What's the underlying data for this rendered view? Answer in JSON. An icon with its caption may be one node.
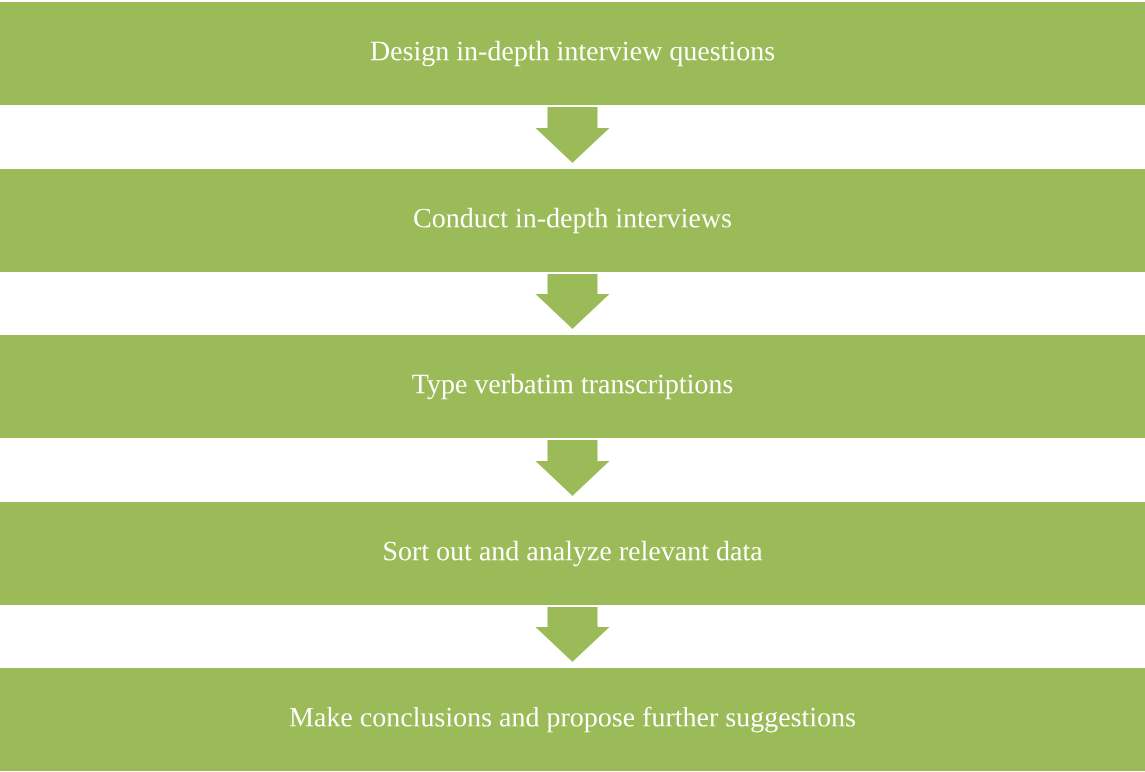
{
  "diagram": {
    "nodes": [
      {
        "text": [
          "Design in-depth interview questions"
        ]
      },
      {
        "text": [
          "Conduct in-depth interviews"
        ]
      },
      {
        "text": [
          "Type verbatim transcriptions"
        ]
      },
      {
        "text": [
          "Sort out and analyze relevant data"
        ]
      },
      {
        "text": [
          "Make conclusions and propose further suggestions"
        ]
      }
    ],
    "edges": [
      {
        "from": 0,
        "to": 1,
        "arrow": "to"
      },
      {
        "from": 1,
        "to": 2,
        "arrow": "to"
      },
      {
        "from": 2,
        "to": 3,
        "arrow": "to"
      },
      {
        "from": 3,
        "to": 4,
        "arrow": "to"
      }
    ]
  }
}
